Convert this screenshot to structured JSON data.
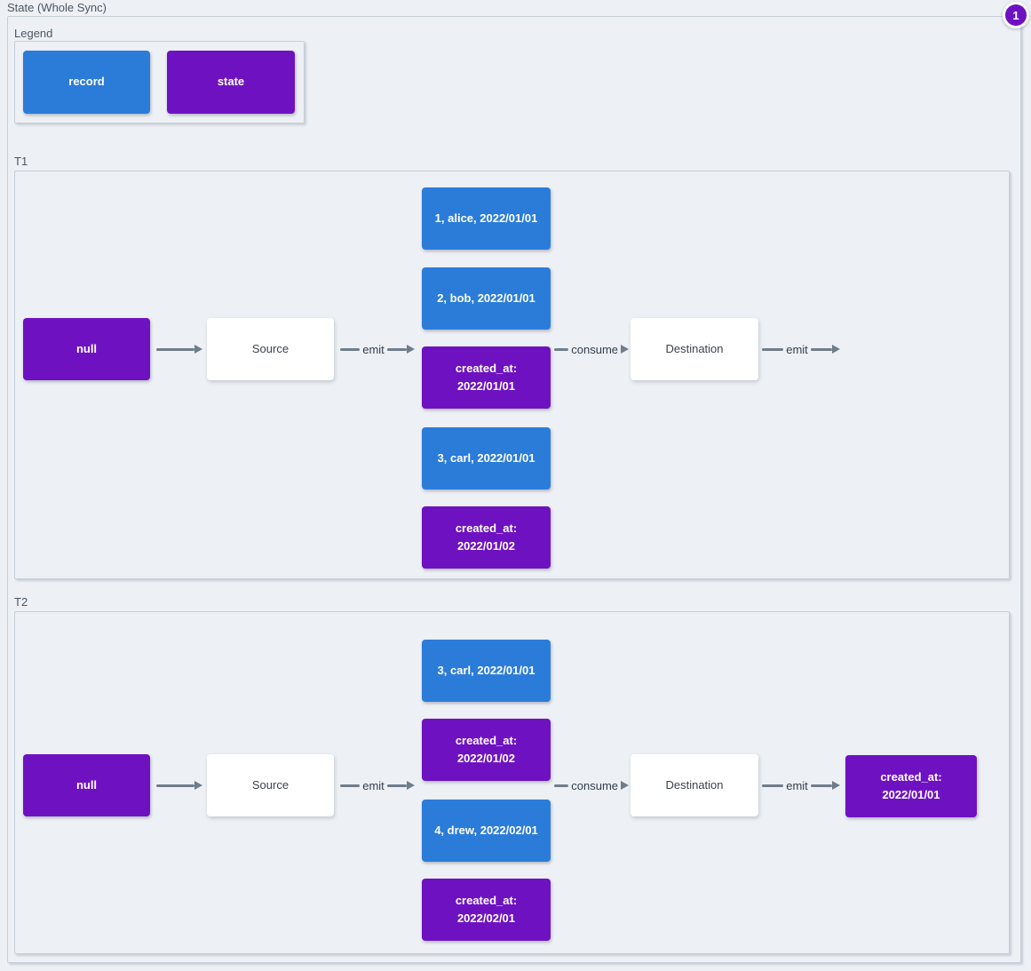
{
  "title": "State (Whole Sync)",
  "badge": {
    "count": "1"
  },
  "colors": {
    "record": "#2b7cd9",
    "state": "#6e12c1",
    "arrow": "#6e7d8a",
    "background": "#edf0f5"
  },
  "legend": {
    "label": "Legend",
    "items": [
      {
        "text": "record",
        "type": "record"
      },
      {
        "text": "state",
        "type": "state"
      }
    ]
  },
  "sections": [
    {
      "label": "T1",
      "input": {
        "text": "null",
        "type": "state"
      },
      "source": "Source",
      "destination": "Destination",
      "arrows": {
        "emit": "emit",
        "consume": "consume",
        "emit_out": "emit"
      },
      "stream": [
        {
          "text": "1, alice, 2022/01/01",
          "type": "record"
        },
        {
          "text": "2, bob, 2022/01/01",
          "type": "record"
        },
        {
          "text": "created_at: 2022/01/01",
          "type": "state"
        },
        {
          "text": "3, carl, 2022/01/01",
          "type": "record"
        },
        {
          "text": "created_at: 2022/01/02",
          "type": "state"
        }
      ]
    },
    {
      "label": "T2",
      "input": {
        "text": "null",
        "type": "state"
      },
      "source": "Source",
      "destination": "Destination",
      "arrows": {
        "emit": "emit",
        "consume": "consume",
        "emit_out": "emit"
      },
      "stream": [
        {
          "text": "3, carl, 2022/01/01",
          "type": "record"
        },
        {
          "text": "created_at: 2022/01/02",
          "type": "state"
        },
        {
          "text": "4, drew, 2022/02/01",
          "type": "record"
        },
        {
          "text": "created_at: 2022/02/01",
          "type": "state"
        }
      ],
      "output": {
        "text": "created_at: 2022/01/01",
        "type": "state"
      }
    }
  ]
}
